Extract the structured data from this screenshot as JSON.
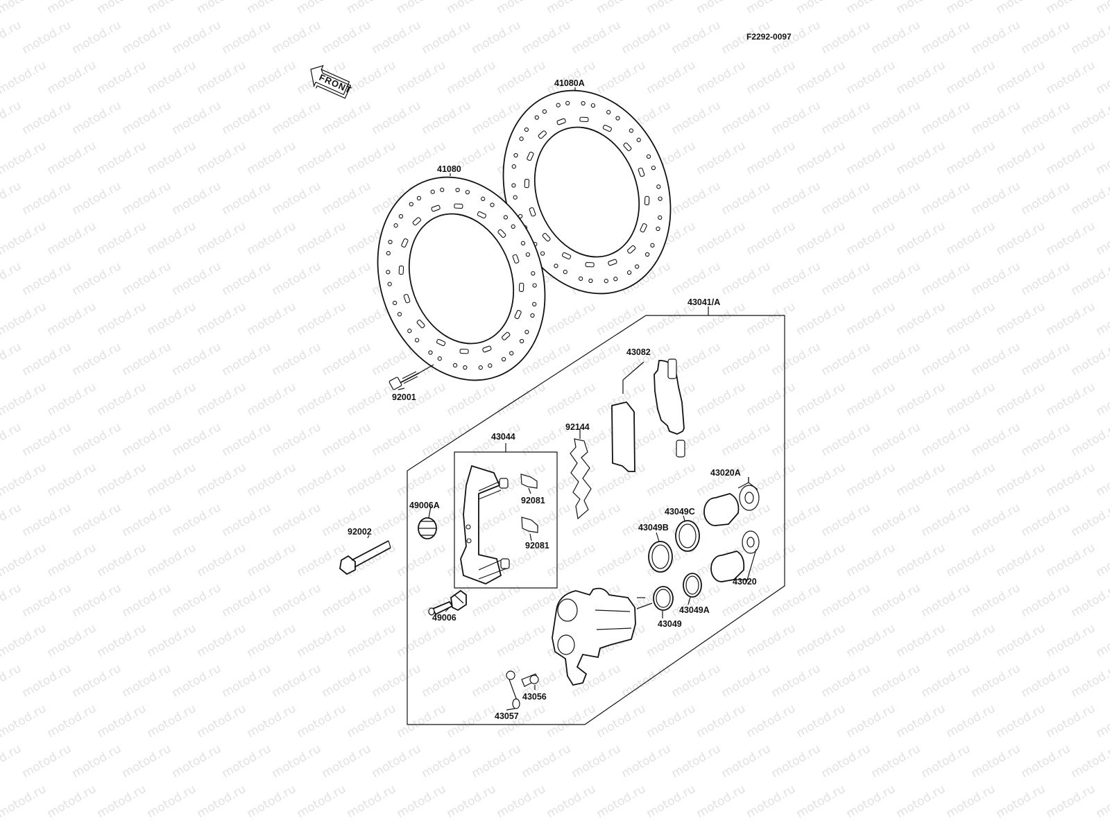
{
  "drawing_number": "F2292-0097",
  "front_arrow_label": "FRONT",
  "watermark_text": "motod.ru",
  "callouts": {
    "p41080A": "41080A",
    "p41080": "41080",
    "p92001": "92001",
    "p43041": "43041/A",
    "p43082": "43082",
    "p92144": "92144",
    "p43044": "43044",
    "p92081a": "92081",
    "p92081b": "92081",
    "p49006A": "49006A",
    "p92002": "92002",
    "p49006": "49006",
    "p43020A": "43020A",
    "p43049C": "43049C",
    "p43049B": "43049B",
    "p43020": "43020",
    "p43049A": "43049A",
    "p43049": "43049",
    "p43056": "43056",
    "p43057": "43057"
  }
}
